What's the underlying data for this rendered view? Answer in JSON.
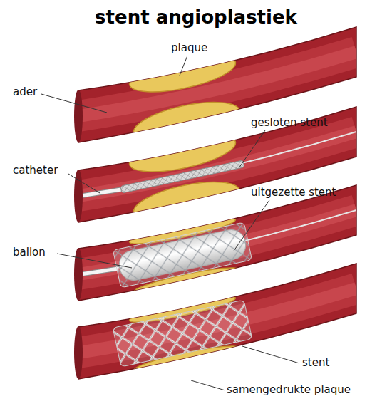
{
  "diagram": {
    "title": "stent angioplastiek",
    "labels": [
      "plaque",
      "ader",
      "gesloten stent",
      "catheter",
      "uitgezette stent",
      "ballon",
      "stent",
      "samengedrukte plaque"
    ]
  }
}
